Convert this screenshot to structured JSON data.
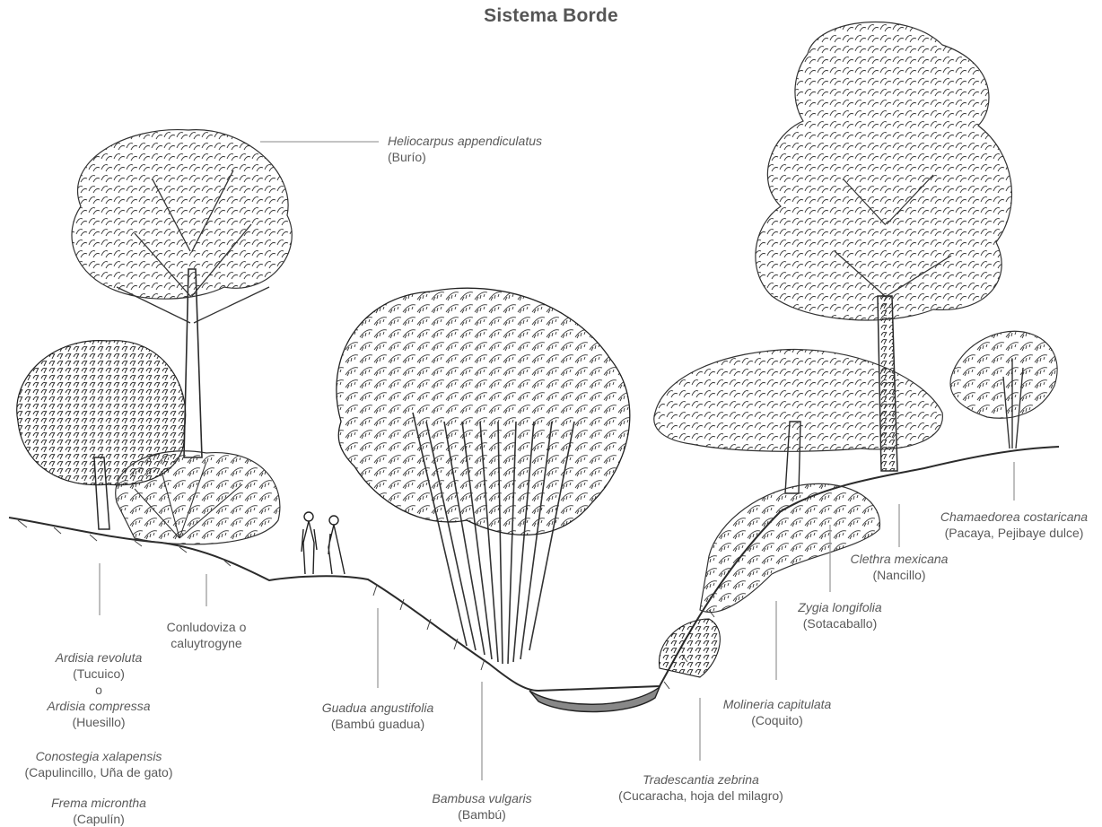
{
  "title": "Sistema Borde",
  "labels": {
    "heliocarpus": {
      "sci": "Heliocarpus appendiculatus",
      "common": "(Burío)"
    },
    "chamaedorea": {
      "sci": "Chamaedorea costaricana",
      "common": "(Pacaya, Pejibaye dulce)"
    },
    "clethra": {
      "sci": "Clethra mexicana",
      "common": "(Nancillo)"
    },
    "zygia": {
      "sci": "Zygia longifolia",
      "common": "(Sotacaballo)"
    },
    "molineria": {
      "sci": "Molineria capitulata",
      "common": "(Coquito)"
    },
    "tradescantia": {
      "sci": "Tradescantia zebrina",
      "common": "(Cucaracha, hoja del milagro)"
    },
    "bambusa": {
      "sci": "Bambusa vulgaris",
      "common": "(Bambú)"
    },
    "guadua": {
      "sci": "Guadua angustifolia",
      "common": "(Bambú guadua)"
    },
    "conludoviza": {
      "line1": "Conludoviza o",
      "line2": "caluytrogyne"
    },
    "ardisia_revoluta": {
      "sci": "Ardisia revoluta",
      "common": "(Tucuico)"
    },
    "connector_o": "o",
    "ardisia_compressa": {
      "sci": "Ardisia compressa",
      "common": "(Huesillo)"
    },
    "conostegia": {
      "sci": "Conostegia xalapensis",
      "common": "(Capulincillo, Uña de gato)"
    },
    "frema": {
      "sci": "Frema microntha",
      "common": "(Capulín)"
    }
  },
  "colors": {
    "ink": "#2b2b2b",
    "leader": "#8a8a8a",
    "text": "#5a5a5a"
  }
}
